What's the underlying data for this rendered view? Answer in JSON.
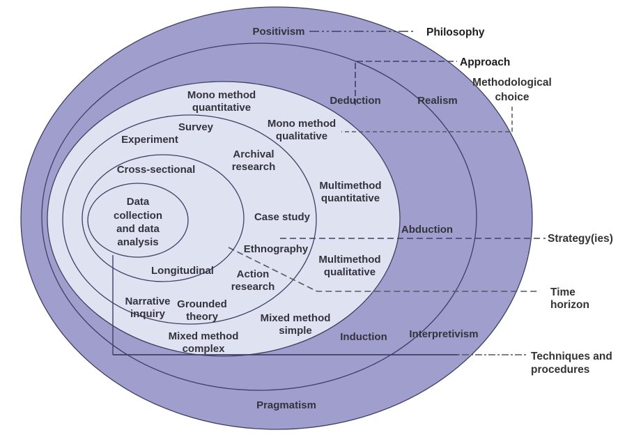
{
  "colors": {
    "ring_dark": "#9f9ecd",
    "ring_light": "#dfe2f0",
    "ring_stroke": "#3e3e64",
    "label_text": "#33333e",
    "side_label_text": "#333333",
    "side_label_bold_text": "#1c1c1c",
    "connector_dark": "#3e3e64",
    "connector_gray": "#555566"
  },
  "onion": {
    "philosophy": {
      "positivism": "Positivism",
      "realism": "Realism",
      "interpretivism": "Interpretivism",
      "pragmatism": "Pragmatism"
    },
    "approach": {
      "deduction": "Deduction",
      "abduction": "Abduction",
      "induction": "Induction"
    },
    "choice": {
      "mono_quant": [
        "Mono method",
        "quantitative"
      ],
      "mono_qual": [
        "Mono method",
        "qualitative"
      ],
      "multi_quant": [
        "Multimethod",
        "quantitative"
      ],
      "multi_qual": [
        "Multimethod",
        "qualitative"
      ],
      "mixed_simple": [
        "Mixed method",
        "simple"
      ],
      "mixed_complex": [
        "Mixed method",
        "complex"
      ]
    },
    "strategy": {
      "survey": "Survey",
      "experiment": "Experiment",
      "archival": [
        "Archival",
        "research"
      ],
      "case_study": "Case study",
      "ethnography": "Ethnography",
      "action": [
        "Action",
        "research"
      ],
      "grounded": [
        "Grounded",
        "theory"
      ],
      "narrative": [
        "Narrative",
        "inquiry"
      ]
    },
    "time": {
      "cross_sectional": "Cross-sectional",
      "longitudinal": "Longitudinal"
    },
    "core": [
      "Data",
      "collection",
      "and data",
      "analysis"
    ]
  },
  "side_labels": {
    "philosophy": "Philosophy",
    "approach": "Approach",
    "method_choice": [
      "Methodological",
      "choice"
    ],
    "strategies": "Strategy(ies)",
    "time_horizon": [
      "Time",
      "horizon"
    ],
    "techniques": [
      "Techniques and",
      "procedures"
    ]
  }
}
